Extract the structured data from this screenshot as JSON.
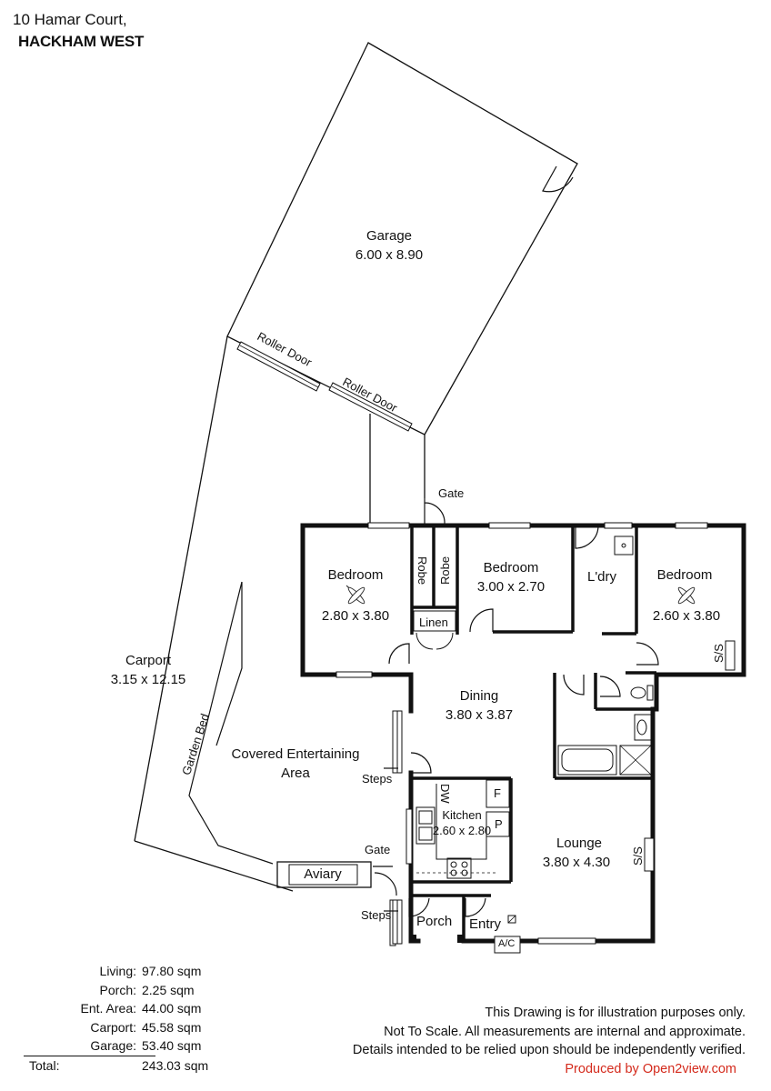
{
  "address": {
    "line1": "10 Hamar Court,",
    "line2": "HACKHAM WEST"
  },
  "rooms": {
    "garage": {
      "name": "Garage",
      "size": "6.00 x 8.90"
    },
    "carport": {
      "name": "Carport",
      "size": "3.15 x 12.15"
    },
    "bedroom1": {
      "name": "Bedroom",
      "size": "2.80 x 3.80"
    },
    "bedroom2": {
      "name": "Bedroom",
      "size": "3.00 x 2.70"
    },
    "bedroom3": {
      "name": "Bedroom",
      "size": "2.60 x 3.80"
    },
    "dining": {
      "name": "Dining",
      "size": "3.80 x 3.87"
    },
    "kitchen": {
      "name": "Kitchen",
      "size": "2.60 x 2.80"
    },
    "lounge": {
      "name": "Lounge",
      "size": "3.80 x 4.30"
    },
    "entertaining": {
      "line1": "Covered Entertaining",
      "line2": "Area"
    },
    "laundry": "L'dry",
    "porch": "Porch",
    "entry": "Entry",
    "linen": "Linen",
    "robe": "Robe",
    "aviary": "Aviary"
  },
  "fixtures": {
    "roller_door": "Roller Door",
    "gate": "Gate",
    "steps": "Steps",
    "garden_bed": "Garden Bed",
    "ss": "S/S",
    "dw": "DW",
    "fridge": "F",
    "pantry": "P",
    "ac": "A/C"
  },
  "areas": [
    {
      "label": "Living:",
      "value": "97.80 sqm"
    },
    {
      "label": "Porch:",
      "value": "2.25 sqm"
    },
    {
      "label": "Ent. Area:",
      "value": "44.00 sqm"
    },
    {
      "label": "Carport:",
      "value": "45.58 sqm"
    },
    {
      "label": "Garage:",
      "value": "53.40 sqm"
    },
    {
      "label": "Total:",
      "value": "243.03 sqm"
    }
  ],
  "disclaimer": [
    "This Drawing is for illustration purposes only.",
    "Not To Scale. All measurements are internal and approximate.",
    "Details intended to be relied upon should be independently verified."
  ],
  "credit": "Produced by Open2view.com",
  "colors": {
    "walls": "#111111",
    "credit": "#d42a1c"
  }
}
